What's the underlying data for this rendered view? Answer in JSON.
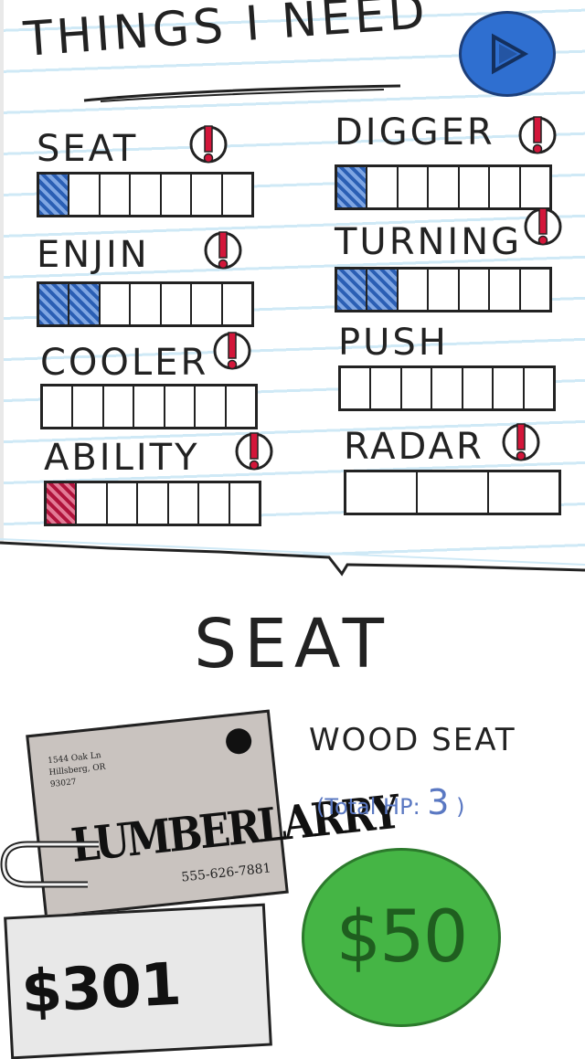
{
  "header": {
    "title": "THINGS I NEED"
  },
  "parts": [
    {
      "label": "SEAT",
      "segments": 7,
      "filled": 1,
      "fill_color": "blue",
      "alert": true
    },
    {
      "label": "DIGGER",
      "segments": 7,
      "filled": 1,
      "fill_color": "blue",
      "alert": true
    },
    {
      "label": "ENJIN",
      "segments": 7,
      "filled": 2,
      "fill_color": "blue",
      "alert": true
    },
    {
      "label": "TURNING",
      "segments": 7,
      "filled": 2,
      "fill_color": "blue",
      "alert": true
    },
    {
      "label": "COOLER",
      "segments": 7,
      "filled": 0,
      "fill_color": "blue",
      "alert": true
    },
    {
      "label": "PUSH",
      "segments": 7,
      "filled": 0,
      "fill_color": "blue",
      "alert": false
    },
    {
      "label": "ABILITY",
      "segments": 7,
      "filled": 1,
      "fill_color": "red",
      "alert": true
    },
    {
      "label": "RADAR",
      "segments": 3,
      "filled": 0,
      "fill_color": "blue",
      "alert": true
    }
  ],
  "selected": {
    "category": "SEAT",
    "item_name": "WOOD SEAT",
    "hp_prefix": "(Total HP:",
    "hp_value": "3",
    "hp_suffix": ")",
    "price": "$50"
  },
  "vendor": {
    "address_line1": "1544 Oak Ln",
    "address_line2": "Hillsberg, OR",
    "address_line3": "93027",
    "brand": "LUMBERLARRY",
    "phone": "555-626-7881"
  },
  "wallet": {
    "money": "$301"
  },
  "colors": {
    "fill_blue": "#2b5fb4",
    "fill_red": "#b0143c",
    "next_button": "#2f6fd0",
    "buy_button": "#45b545",
    "alert_red": "#d3163a"
  },
  "icons": {
    "next": "play-arrow-icon",
    "alert": "exclamation-alert-icon"
  }
}
